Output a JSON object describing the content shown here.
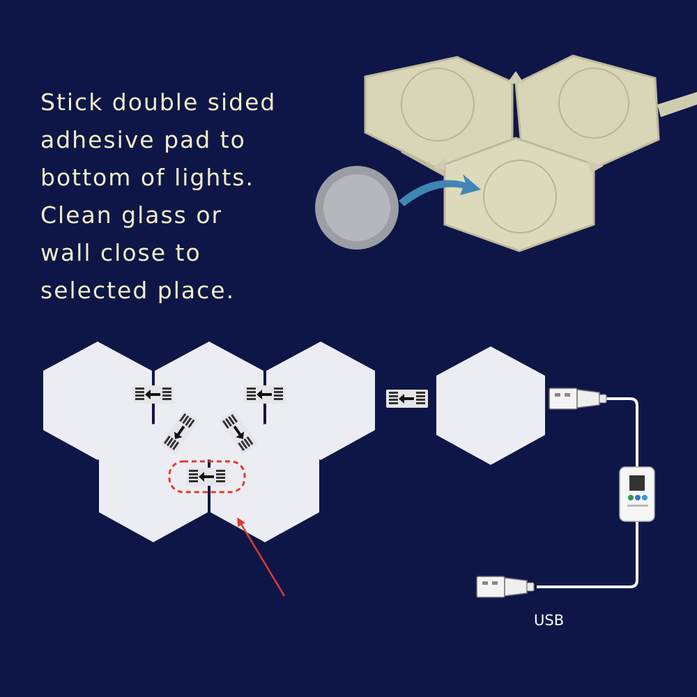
{
  "instructions": {
    "lines": [
      "Stick double sided",
      "adhesive pad to",
      "bottom of lights.",
      "Clean glass or",
      "wall close to",
      "selected place."
    ]
  },
  "labels": {
    "usb": "USB"
  },
  "colors": {
    "background": "#0e1648",
    "instruction_text": "#f4efc8",
    "panel_back": "#d8d6b6",
    "panel_front": "#ecedf2",
    "highlight": "#e23a2f",
    "cable": "#ffffff",
    "curved_arrow": "#3f86b5"
  },
  "icons": [
    "adhesive-pad-icon",
    "curved-arrow-icon",
    "connector-arrow-icon",
    "usb-plug-icon",
    "controller-icon",
    "pointer-arrow-icon"
  ]
}
